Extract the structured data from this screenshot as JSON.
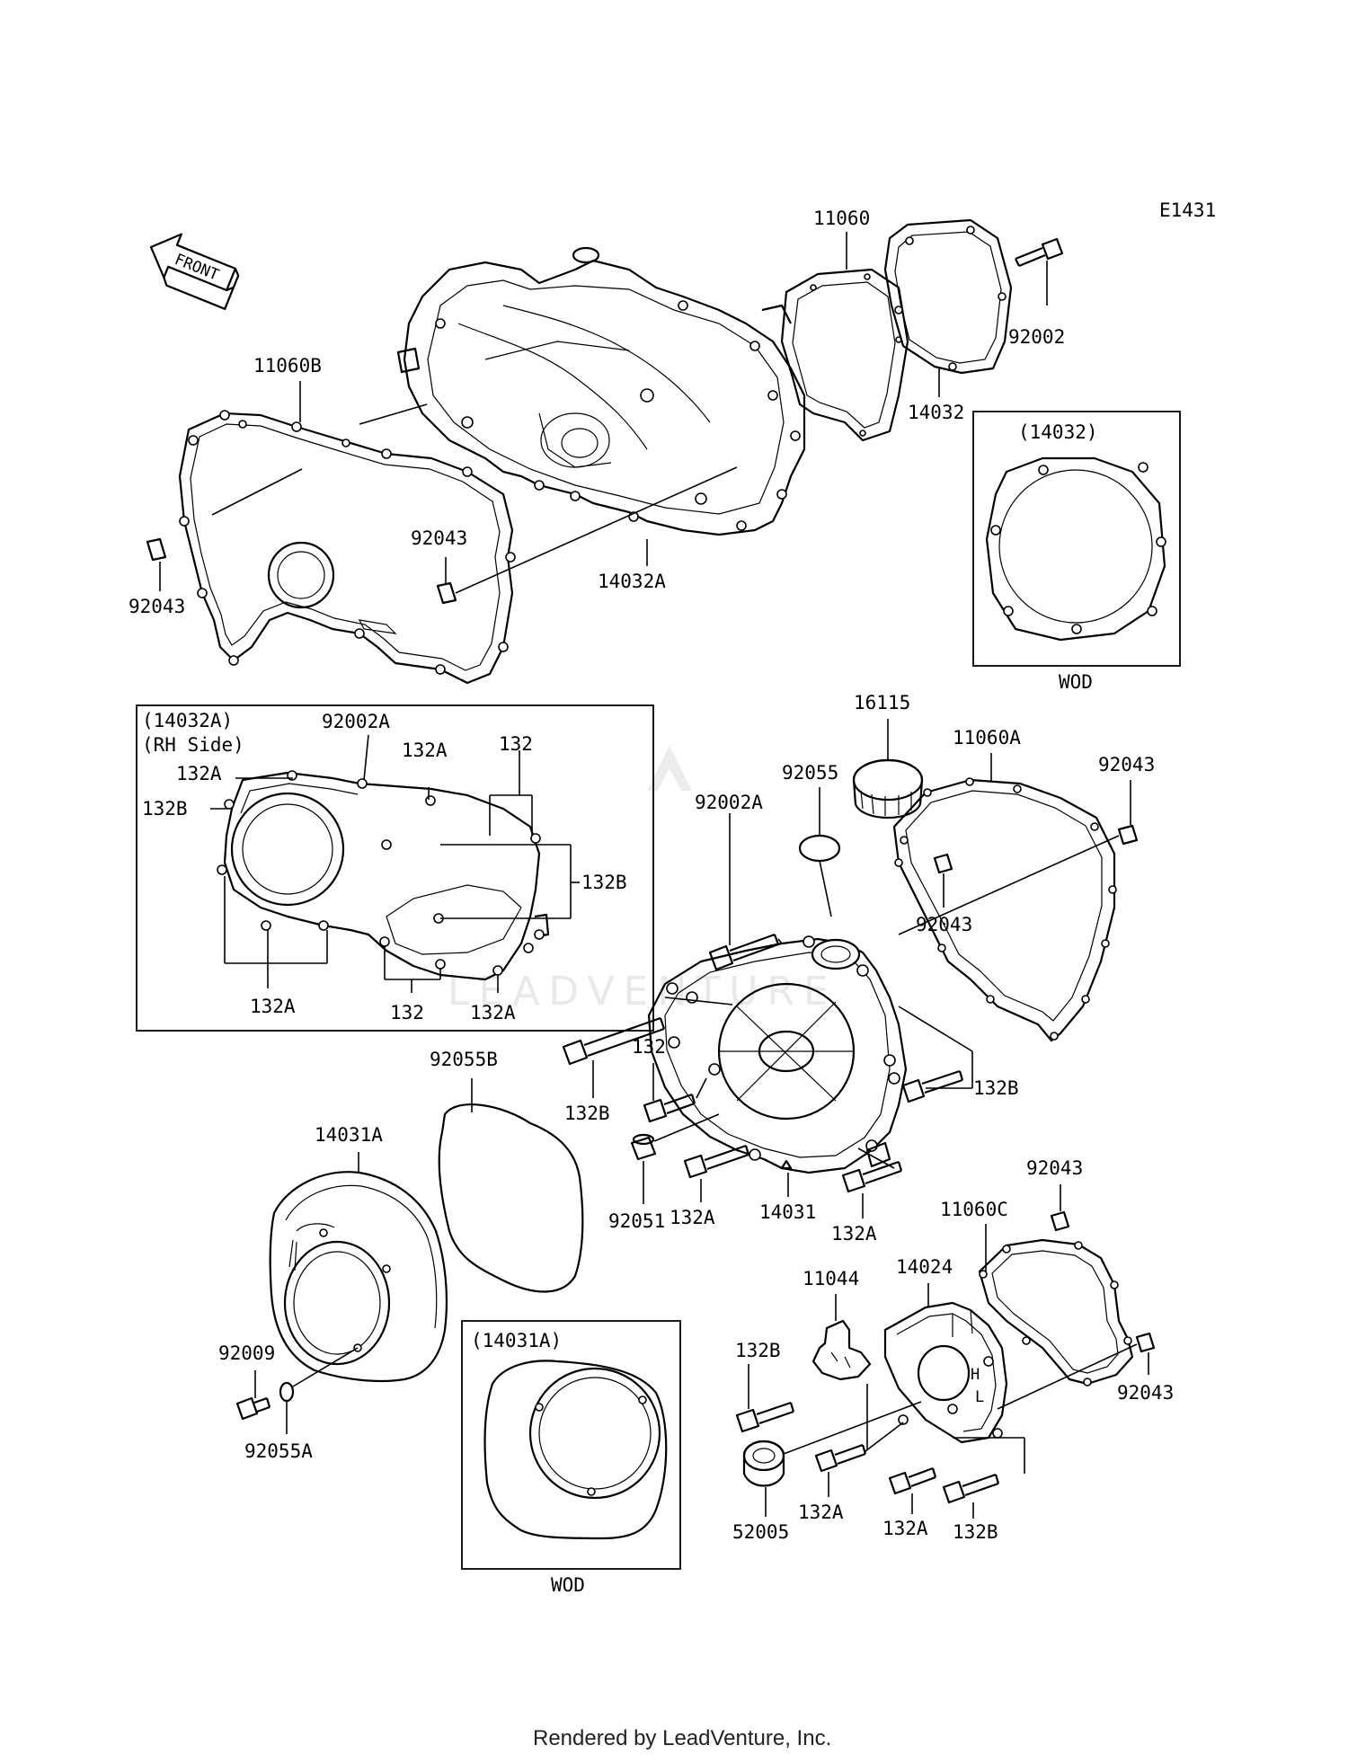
{
  "diagram_code": "E1431",
  "front_label": "FRONT",
  "watermark": "LEADVENTURE",
  "footer": "Rendered by LeadVenture, Inc.",
  "inset_rh": {
    "title": "(14032A)",
    "subtitle": "(RH Side)"
  },
  "inset_14032": {
    "title": "(14032)",
    "note": "WOD"
  },
  "inset_14031a": {
    "title": "(14031A)",
    "note": "WOD"
  },
  "labels": {
    "l11060": "11060",
    "l92002": "92002",
    "l14032": "14032",
    "l11060b": "11060B",
    "l92043_a": "92043",
    "l92043_b": "92043",
    "l14032a": "14032A",
    "l92002a_rh": "92002A",
    "l132a_rh1": "132A",
    "l132_rh1": "132",
    "l132a_rh2": "132A",
    "l132b_rh1": "132B",
    "l132b_rh2": "132B",
    "l132a_rh3": "132A",
    "l132_rh2": "132",
    "l132a_rh4": "132A",
    "l16115": "16115",
    "l11060a": "11060A",
    "l92043_c": "92043",
    "l92055": "92055",
    "l92002a": "92002A",
    "l92043_d": "92043",
    "l92055b": "92055B",
    "l132": "132",
    "l132b_1": "132B",
    "l132b_2": "132B",
    "l14031a": "14031A",
    "l92051": "92051",
    "l132a_1": "132A",
    "l14031": "14031",
    "l132a_2": "132A",
    "l92043_e": "92043",
    "l11060c": "11060C",
    "l14024": "14024",
    "l11044": "11044",
    "l132b_3": "132B",
    "l92009": "92009",
    "l92055a": "92055A",
    "l92043_f": "92043",
    "l52005": "52005",
    "l132a_3": "132A",
    "l132a_4": "132A",
    "l132b_4": "132B"
  }
}
